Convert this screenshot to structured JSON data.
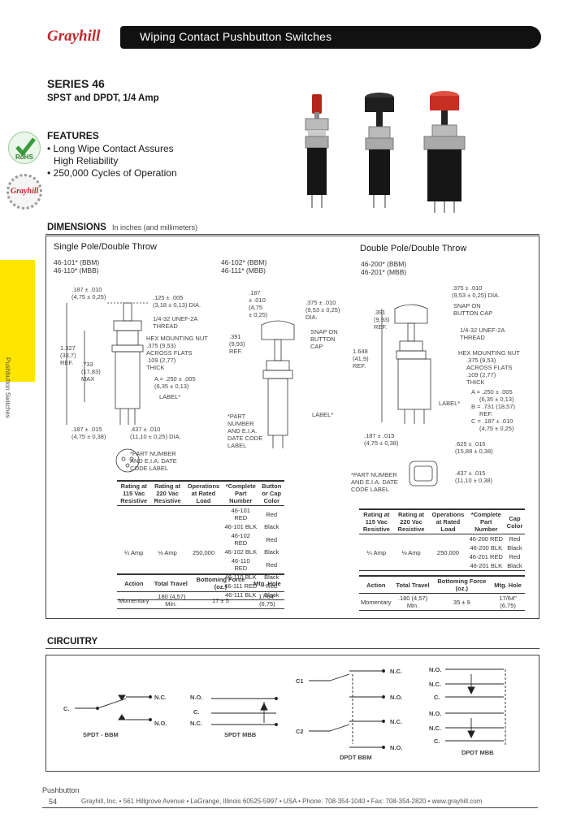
{
  "header": {
    "brand": "Grayhill",
    "title": "Wiping Contact Pushbutton Switches"
  },
  "series": "SERIES 46",
  "subtitle": "SPST and DPDT, 1/4 Amp",
  "features": {
    "heading": "FEATURES",
    "items": [
      "Long Wipe Contact Assures",
      "High Reliability",
      "250,000 Cycles of Operation"
    ]
  },
  "badges": {
    "rohs": "RoHS"
  },
  "side_tab": "Pushbutton Switches",
  "dimensions": {
    "heading": "DIMENSIONS",
    "units": "In inches (and millimeters)",
    "spdt_title": "Single Pole/Double Throw",
    "dpdt_title": "Double Pole/Double Throw",
    "spdt_models_a": [
      "46-101* (BBM)",
      "46-110* (MBB)"
    ],
    "spdt_models_b": [
      "46-102* (BBM)",
      "46-111* (MBB)"
    ],
    "dpdt_models": [
      "46-200* (BBM)",
      "46-201* (MBB)"
    ],
    "spdt_labels": [
      ".187 ± .010",
      "(4,75 ± 0,25)",
      ".125 ± .005",
      "(3,18 ± 0,13) DIA.",
      "1/4-32 UNEF-2A",
      "THREAD",
      "HEX MOUNTING NUT",
      ".375 (9,53)",
      "ACROSS FLATS",
      ".109 (2,77)",
      "THICK",
      "A = .250 ± .005",
      "(6,35 ± 0,13)",
      "LABEL*",
      "1.327",
      "(33,7)",
      "REF.",
      ".733",
      "(17,83)",
      "MAX",
      ".187 ± .015",
      "(4,75 ± 0,38)",
      ".437 ± .010",
      "(11,10 ± 0,25) DIA.",
      "*PART NUMBER",
      "AND E.I.A. DATE",
      "CODE LABEL"
    ],
    "spdt2_labels": [
      ".187",
      "± .010",
      "(4,75",
      "± 0,25)",
      ".375 ± .010",
      "(9,53 ± 0,25)",
      "DIA.",
      ".391",
      "(9,93)",
      "REF.",
      "SNAP ON",
      "BUTTON",
      "CAP",
      "LABEL*",
      "*PART",
      "NUMBER",
      "AND E.I.A.",
      "DATE CODE",
      "LABEL"
    ],
    "dpdt_labels": [
      ".375 ± .010",
      "(9,53 ± 0,25) DIA.",
      "SNAP ON",
      "BUTTON CAP",
      ".391",
      "(9,93)",
      "REF.",
      "1/4-32 UNEF-2A",
      "THREAD",
      "HEX MOUNTING NUT",
      ".375 (9,53)",
      "ACROSS FLATS",
      ".109 (2,77)",
      "THICK",
      "A = .250 ± .005",
      "(6,35 ± 0,13)",
      "B = .731 (18,57)",
      "REF.",
      "C = .187 ± .010",
      "(4,75 ± 0,25)",
      "LABEL*",
      "1.648",
      "(41,9)",
      "REF.",
      ".187 ± .015",
      "(4,75 ± 0,38)",
      ".625 ± .015",
      "(15,88 ± 0,38)",
      ".437 ± .015",
      "(11,10 ± 0,38)",
      "*PART NUMBER",
      "AND E.I.A. DATE",
      "CODE LABEL"
    ]
  },
  "spdt_table": {
    "headers": [
      "Rating at 115 Vac Resistive",
      "Rating at 220 Vac Resistive",
      "Operations at Rated Load",
      "*Complete Part Number",
      "Button or Cap Color"
    ],
    "rating115": "¼ Amp",
    "rating220": "⅛ Amp",
    "operations": "250,000",
    "parts": [
      "46-101 RED",
      "46-101 BLK",
      "46-102 RED",
      "46-102 BLK",
      "46-110 RED",
      "46-110 BLK",
      "46-111 RED",
      "46-111 BLK"
    ],
    "colors": [
      "Red",
      "Black",
      "Red",
      "Black",
      "Red",
      "Black",
      "Red",
      "Black"
    ]
  },
  "spdt_action_table": {
    "headers": [
      "Action",
      "Total Travel",
      "Bottoming Force (oz.)",
      "Mtg. Hole"
    ],
    "action": "Momentary",
    "travel": ".180 (4,57) Min.",
    "force": "17 ± 5",
    "hole": "17/64\" (6,75)"
  },
  "dpdt_table": {
    "headers": [
      "Rating at 115 Vac Resistive",
      "Rating at 220 Vac Resistive",
      "Operations at Rated Load",
      "*Complete Part Number",
      "Cap Color"
    ],
    "rating115": "¼ Amp",
    "rating220": "⅛ Amp",
    "operations": "250,000",
    "parts": [
      "46-200 RED",
      "46-200 BLK",
      "46-201 RED",
      "46-201 BLK"
    ],
    "colors": [
      "Red",
      "Black",
      "Red",
      "Black"
    ]
  },
  "dpdt_action_table": {
    "headers": [
      "Action",
      "Total Travel",
      "Bottoming Force (oz.)",
      "Mtg. Hole"
    ],
    "action": "Momentary",
    "travel": ".180 (4,57) Min.",
    "force": "35 ± 9",
    "hole": "17/64\" (6,75)"
  },
  "circuitry": {
    "heading": "CIRCUITRY",
    "spdt_bbm": {
      "label": "SPDT - BBM",
      "c": "C.",
      "nc": "N.C.",
      "no": "N.O."
    },
    "spdt_mbb": {
      "label": "SPDT MBB",
      "c": "C.",
      "nc": "N.C.",
      "no": "N.O."
    },
    "dpdt_bbm": {
      "label": "DPDT BBM",
      "c1": "C1",
      "c2": "C2",
      "nc": "N.C.",
      "no": "N.O."
    },
    "dpdt_mbb": {
      "label": "DPDT MBB",
      "no": "N.O.",
      "nc": "N.C.",
      "c": "C."
    }
  },
  "footer": {
    "section": "Pushbutton",
    "page": "54",
    "info": "Grayhill, Inc. • 561 Hillgrove Avenue • LaGrange, Illinois 60525-5997 • USA • Phone: 708-354-1040 • Fax: 708-354-2820 • www.grayhill.com"
  },
  "colors": {
    "accent_yellow": "#ffe500",
    "brand_red": "#c1272d",
    "bar_black": "#111111"
  }
}
